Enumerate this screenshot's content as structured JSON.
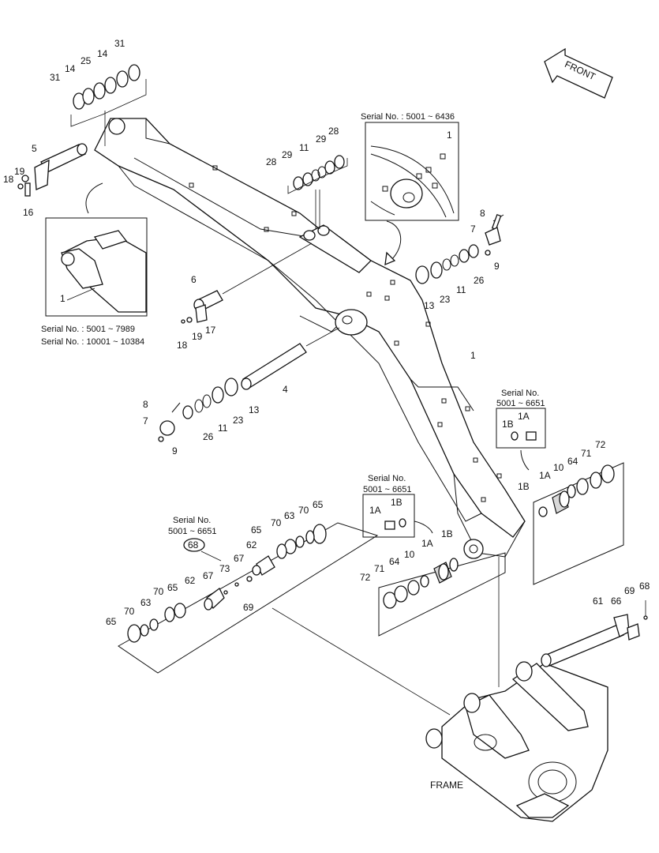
{
  "direction_label": "FRONT",
  "frame_label": "FRAME",
  "serial_notes": {
    "top_left_inset": [
      "Serial No. : 5001 ~ 7989",
      "Serial No. : 10001 ~ 10384"
    ],
    "top_right_inset": "Serial No. : 5001 ~ 6436",
    "mid_right_inset": [
      "Serial No.",
      "5001 ~ 6651"
    ],
    "mid_center_inset": [
      "Serial No.",
      "5001 ~ 6651"
    ],
    "bottom_left_inset": [
      "Serial No.",
      "5001 ~ 6651"
    ]
  },
  "callouts": [
    {
      "id": "c-31a",
      "text": "31"
    },
    {
      "id": "c-14a",
      "text": "14"
    },
    {
      "id": "c-25a",
      "text": "25"
    },
    {
      "id": "c-14b",
      "text": "14"
    },
    {
      "id": "c-31b",
      "text": "31"
    },
    {
      "id": "c-5",
      "text": "5"
    },
    {
      "id": "c-18a",
      "text": "18"
    },
    {
      "id": "c-19a",
      "text": "19"
    },
    {
      "id": "c-16",
      "text": "16"
    },
    {
      "id": "c-1a",
      "text": "1"
    },
    {
      "id": "c-6",
      "text": "6"
    },
    {
      "id": "c-17",
      "text": "17"
    },
    {
      "id": "c-18b",
      "text": "18"
    },
    {
      "id": "c-19b",
      "text": "19"
    },
    {
      "id": "c-28a",
      "text": "28"
    },
    {
      "id": "c-29a",
      "text": "29"
    },
    {
      "id": "c-11a",
      "text": "11"
    },
    {
      "id": "c-29b",
      "text": "29"
    },
    {
      "id": "c-28b",
      "text": "28"
    },
    {
      "id": "c-1b",
      "text": "1"
    },
    {
      "id": "c-8a",
      "text": "8"
    },
    {
      "id": "c-7a",
      "text": "7"
    },
    {
      "id": "c-9a",
      "text": "9"
    },
    {
      "id": "c-26a",
      "text": "26"
    },
    {
      "id": "c-11b",
      "text": "11"
    },
    {
      "id": "c-23a",
      "text": "23"
    },
    {
      "id": "c-13a",
      "text": "13"
    },
    {
      "id": "c-1c",
      "text": "1"
    },
    {
      "id": "c-4",
      "text": "4"
    },
    {
      "id": "c-8b",
      "text": "8"
    },
    {
      "id": "c-7b",
      "text": "7"
    },
    {
      "id": "c-9b",
      "text": "9"
    },
    {
      "id": "c-26b",
      "text": "26"
    },
    {
      "id": "c-11c",
      "text": "11"
    },
    {
      "id": "c-23b",
      "text": "23"
    },
    {
      "id": "c-13b",
      "text": "13"
    },
    {
      "id": "c-1A-a",
      "text": "1A"
    },
    {
      "id": "c-1B-a",
      "text": "1B"
    },
    {
      "id": "c-1B-b",
      "text": "1B"
    },
    {
      "id": "c-1A-b",
      "text": "1A"
    },
    {
      "id": "c-10a",
      "text": "10"
    },
    {
      "id": "c-64a",
      "text": "64"
    },
    {
      "id": "c-71a",
      "text": "71"
    },
    {
      "id": "c-72a",
      "text": "72"
    },
    {
      "id": "c-1A-c",
      "text": "1A"
    },
    {
      "id": "c-1B-c",
      "text": "1B"
    },
    {
      "id": "c-1B-d",
      "text": "1B"
    },
    {
      "id": "c-1A-d",
      "text": "1A"
    },
    {
      "id": "c-10b",
      "text": "10"
    },
    {
      "id": "c-64b",
      "text": "64"
    },
    {
      "id": "c-71b",
      "text": "71"
    },
    {
      "id": "c-72b",
      "text": "72"
    },
    {
      "id": "c-68a",
      "text": "68"
    },
    {
      "id": "c-65a",
      "text": "65"
    },
    {
      "id": "c-70a",
      "text": "70"
    },
    {
      "id": "c-63a",
      "text": "63"
    },
    {
      "id": "c-70b",
      "text": "70"
    },
    {
      "id": "c-65b",
      "text": "65"
    },
    {
      "id": "c-62a",
      "text": "62"
    },
    {
      "id": "c-73",
      "text": "73"
    },
    {
      "id": "c-67a",
      "text": "67"
    },
    {
      "id": "c-67b",
      "text": "67"
    },
    {
      "id": "c-69a",
      "text": "69"
    },
    {
      "id": "c-62b",
      "text": "62"
    },
    {
      "id": "c-70c",
      "text": "70"
    },
    {
      "id": "c-65c",
      "text": "65"
    },
    {
      "id": "c-63b",
      "text": "63"
    },
    {
      "id": "c-70d",
      "text": "70"
    },
    {
      "id": "c-65d",
      "text": "65"
    },
    {
      "id": "c-61",
      "text": "61"
    },
    {
      "id": "c-66",
      "text": "66"
    },
    {
      "id": "c-69b",
      "text": "69"
    },
    {
      "id": "c-68b",
      "text": "68"
    }
  ]
}
